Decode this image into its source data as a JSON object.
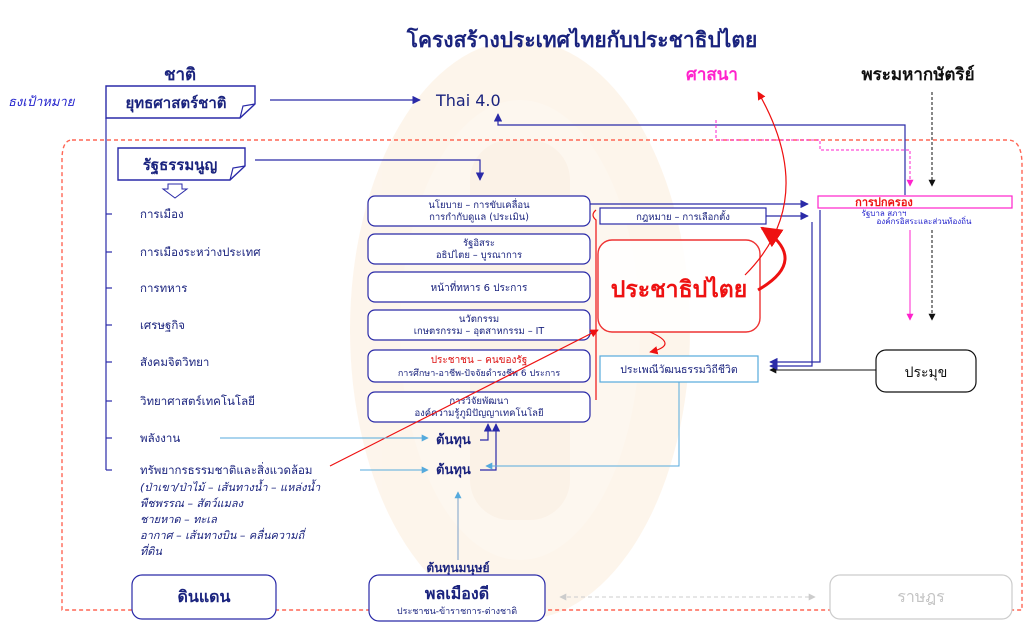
{
  "title": "โครงสร้างประเทศไทยกับประชาธิปไตย",
  "top_labels": {
    "nation": "ชาติ",
    "religion": "ศาสนา",
    "king": "พระมหากษัตริย์"
  },
  "flag_label": "ธงเป้าหมาย",
  "strategy": "ยุทธศาสตร์ชาติ",
  "thai40": "Thai 4.0",
  "constitution": "รัฐธรรมนูญ",
  "left_items": [
    "การเมือง",
    "การเมืองระหว่างประเทศ",
    "การทหาร",
    "เศรษฐกิจ",
    "สังคมจิตวิทยา",
    "วิทยาศาสตร์เทคโนโลยี",
    "พลังงาน"
  ],
  "resources": [
    "ทรัพยากรธรรมชาติและสิ่งแวดล้อม",
    "(ป่าเขา/ป่าไม้ – เส้นทางน้ำ – แหล่งน้ำ",
    "พืชพรรณ – สัตว์แมลง",
    "ชายหาด – ทะเล",
    "อากาศ – เส้นทางบิน – คลื่นความถี่",
    "ที่ดิน"
  ],
  "center_boxes": [
    {
      "line1": "นโยบาย – การขับเคลื่อน",
      "line2": "การกำกับดูแล (ประเมิน)"
    },
    {
      "line1": "รัฐอิสระ",
      "line2": "อธิปไตย – บูรณาการ"
    },
    {
      "line1": "หน้าที่ทหาร 6 ประการ",
      "line2": ""
    },
    {
      "line1": "นวัตกรรม",
      "line2": "เกษตรกรรม – อุตสาหกรรม – IT"
    },
    {
      "line1": "ประชาชน – คนของรัฐ",
      "line2": "การศึกษา-อาชีพ-ปัจจัยดำรงชีพ 6 ประการ"
    },
    {
      "line1": "การวิจัยพัฒนา",
      "line2": "องค์ความรู้ภูมิปัญญาเทคโนโลยี"
    }
  ],
  "law": "กฎหมาย – การเลือกตั้ง",
  "democracy": "ประชาธิปไตย",
  "tradition": "ประเพณีวัฒนธรรมวิถีชีวิต",
  "governance": {
    "title": "การปกครอง",
    "sub1": "รัฐบาล สภาฯ",
    "sub2": "องค์กรอิสระและส่วนท้องถิ่น"
  },
  "head": "ประมุข",
  "capital1": "ต้นทุน",
  "capital2": "ต้นทุน",
  "human_capital": "ต้นทุนมนุษย์",
  "territory": "ดินแดน",
  "citizens": {
    "title": "พลเมืองดี",
    "sub": "ประชาชน-ข้าราชการ-ต่างชาติ"
  },
  "people": "ราษฎร",
  "colors": {
    "blue": "#2222cc",
    "red": "#ee1111",
    "magenta": "#ff22cc",
    "frame": "#ff6655",
    "text": "#1a237e"
  }
}
